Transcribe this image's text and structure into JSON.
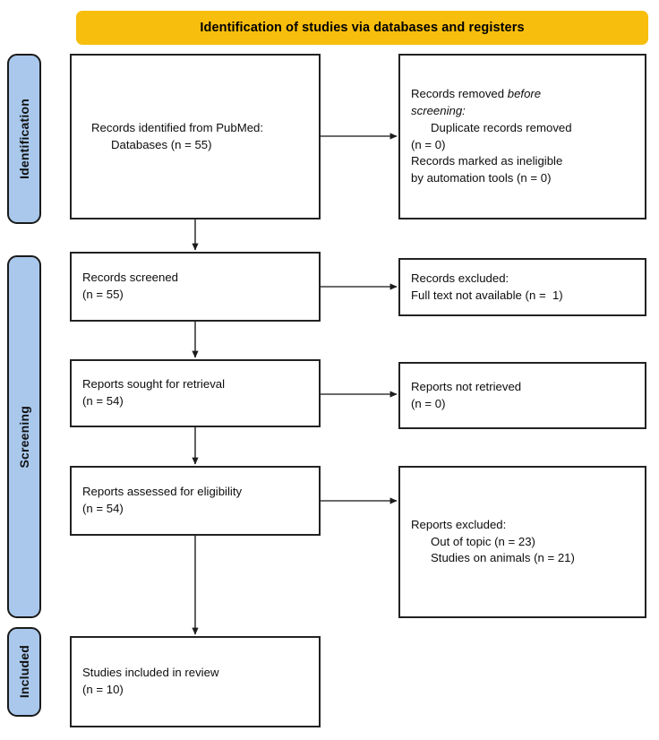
{
  "diagram": {
    "title": "Identification of studies via databases and registers",
    "stages": [
      {
        "id": "identification",
        "label": "Identification"
      },
      {
        "id": "screening",
        "label": "Screening"
      },
      {
        "id": "included",
        "label": "Included"
      }
    ],
    "colors": {
      "banner": "#F7BE0D",
      "stage_tab": "#A9C8EC",
      "box_border": "#222222",
      "connector": "#3a3a3a",
      "background": "#FFFFFF"
    },
    "nodes": {
      "identified": {
        "lines": [
          "Records identified from PubMed:",
          "Databases (n = 55)"
        ]
      },
      "removed": {
        "lines": [
          "Records removed before",
          "screening:",
          "Duplicate records removed",
          "(n = 0)",
          "Records marked as ineligible",
          "by automation tools (n = 0)"
        ]
      },
      "screened": {
        "lines": [
          "Records screened",
          "(n = 55)"
        ]
      },
      "records_excluded": {
        "lines": [
          "Records excluded:",
          "Full text not available (n =  1)"
        ]
      },
      "sought": {
        "lines": [
          "Reports sought for retrieval",
          "(n = 54)"
        ]
      },
      "not_retrieved": {
        "lines": [
          "Reports not retrieved",
          "(n = 0)"
        ]
      },
      "assessed": {
        "lines": [
          "Reports assessed for eligibility",
          "(n = 54)"
        ]
      },
      "reports_excluded": {
        "lines": [
          "Reports excluded:",
          "Out of topic (n = 23)",
          "Studies on animals (n = 21)"
        ]
      },
      "included": {
        "lines": [
          "Studies included in review",
          "(n = 10)"
        ]
      }
    },
    "counts": {
      "records_identified": 55,
      "duplicate_records_removed": 0,
      "records_marked_ineligible": 0,
      "records_screened": 55,
      "full_text_not_available": 1,
      "reports_sought": 54,
      "reports_not_retrieved": 0,
      "reports_assessed": 54,
      "out_of_topic": 23,
      "studies_on_animals": 21,
      "studies_included": 10
    }
  }
}
